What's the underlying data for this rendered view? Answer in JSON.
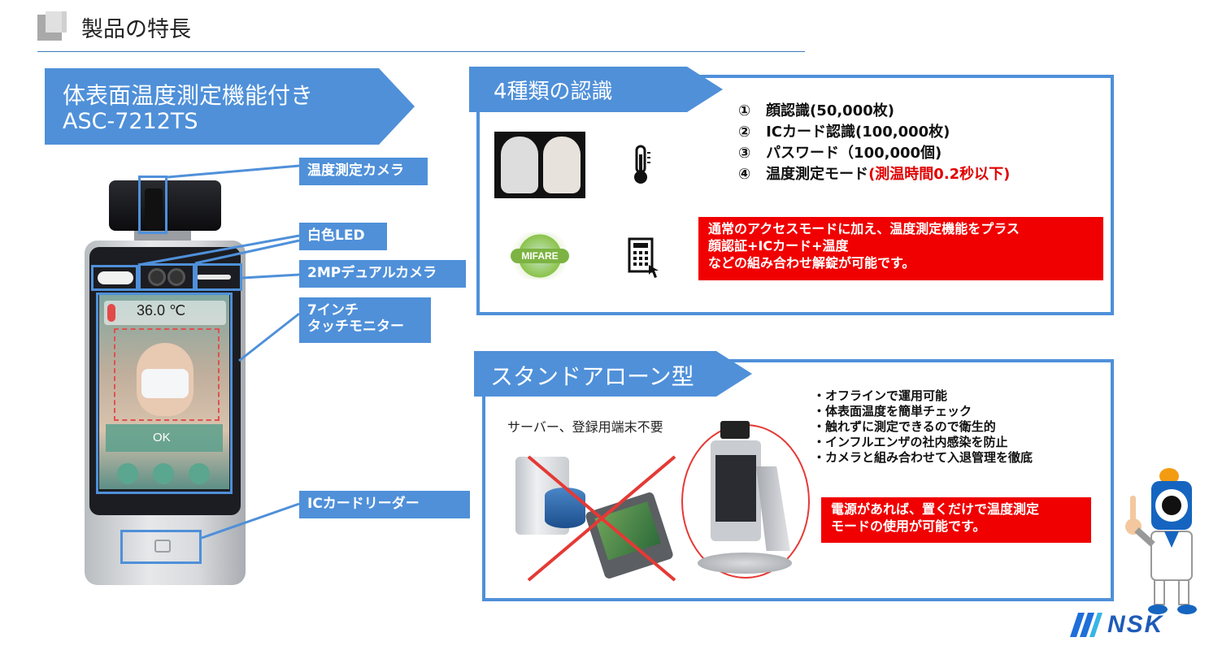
{
  "header": {
    "title": "製品の特長"
  },
  "product": {
    "name_line1": "体表面温度測定機能付き",
    "name_line2": "ASC-7212TS"
  },
  "callouts": {
    "camera": "温度測定カメラ",
    "led": "白色LED",
    "dual_camera": "2MPデュアルカメラ",
    "monitor_line1": "7インチ",
    "monitor_line2": "タッチモニター",
    "card_reader": "ICカードリーダー"
  },
  "screen": {
    "temperature": "36.0 ℃",
    "ok_label": "OK"
  },
  "recognition": {
    "title": "4種類の認識",
    "items": [
      {
        "num": "①",
        "text": "顔認識(50,000枚)"
      },
      {
        "num": "②",
        "text": "ICカード認識(100,000枚)"
      },
      {
        "num": "③",
        "text": "パスワード（100,000個)"
      },
      {
        "num": "④",
        "text": "温度測定モード",
        "highlight": "(測温時間0.2秒以下)"
      }
    ],
    "mifare_label": "MIFARE",
    "note_line1": "通常のアクセスモードに加え、温度測定機能をプラス",
    "note_line2": "顔認証+ICカード+温度",
    "note_line3": "などの組み合わせ解錠が可能です。"
  },
  "standalone": {
    "title": "スタンドアローン型",
    "no_server_caption": "サーバー、登録用端末不要",
    "bullets": [
      "・オフラインで運用可能",
      "・体表面温度を簡単チェック",
      "・触れずに測定できるので衛生的",
      "・インフルエンザの社内感染を防止",
      "・カメラと組み合わせて入退管理を徹底"
    ],
    "note_line1": "電源があれば、置くだけで温度測定",
    "note_line2": "モードの使用が可能です。"
  },
  "logo": {
    "text": "NSK"
  },
  "colors": {
    "accent_blue": "#4f90d9",
    "alert_red": "#f00000"
  }
}
